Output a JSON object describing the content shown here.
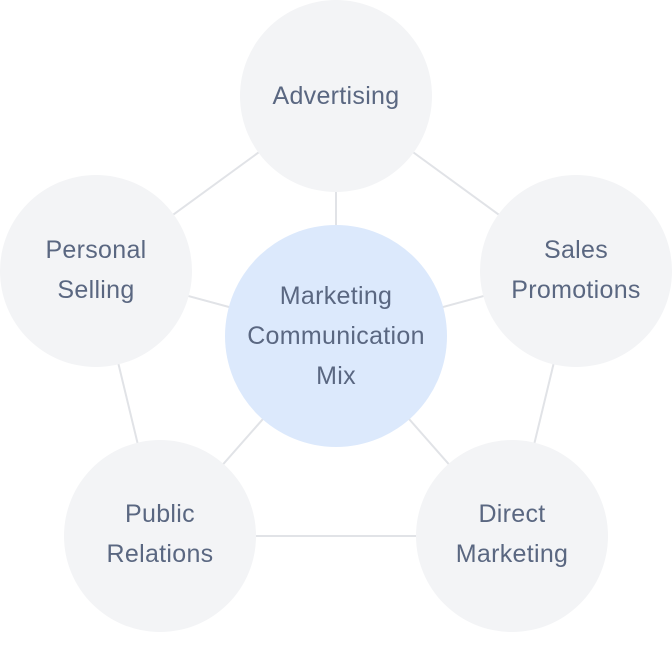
{
  "center": {
    "label_lines": [
      "Marketing",
      "Communication",
      "Mix"
    ],
    "color": "#dce9fc"
  },
  "nodes": [
    {
      "id": "advertising",
      "label_lines": [
        "Advertising"
      ]
    },
    {
      "id": "sales-promotions",
      "label_lines": [
        "Sales",
        "Promotions"
      ]
    },
    {
      "id": "direct-marketing",
      "label_lines": [
        "Direct",
        "Marketing"
      ]
    },
    {
      "id": "public-relations",
      "label_lines": [
        "Public",
        "Relations"
      ]
    },
    {
      "id": "personal-selling",
      "label_lines": [
        "Personal",
        "Selling"
      ]
    }
  ],
  "colors": {
    "node_fill": "#f3f4f6",
    "center_fill": "#dce9fc",
    "connector": "#e1e3e7",
    "text": "#5a6781"
  }
}
